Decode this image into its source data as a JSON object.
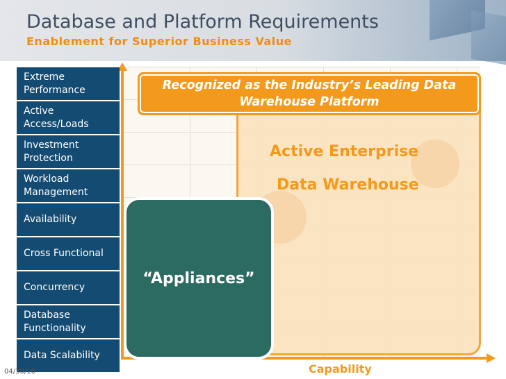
{
  "header": {
    "title": "Database and Platform Requirements",
    "subtitle": "Enablement for Superior Business Value"
  },
  "requirements": [
    "Extreme Performance",
    "Active Access/Loads",
    "Investment Protection",
    "Workload Management",
    "Availability",
    "Cross Functional",
    "Concurrency",
    "Database Functionality",
    "Data Scalability"
  ],
  "banner": {
    "text": "Recognized as the Industry’s Leading Data Warehouse Platform"
  },
  "enterprise_box": {
    "line1": "Active Enterprise",
    "line2": "Data Warehouse"
  },
  "appliances_box": {
    "label": "“Appliances”"
  },
  "axis": {
    "x_label": "Capability"
  },
  "footer": {
    "date": "04/30/10"
  },
  "colors": {
    "accent_orange": "#f39a1d",
    "requirement_blue": "#144b72",
    "appliance_green": "#2c6b62",
    "title_gray": "#3f4e60"
  }
}
